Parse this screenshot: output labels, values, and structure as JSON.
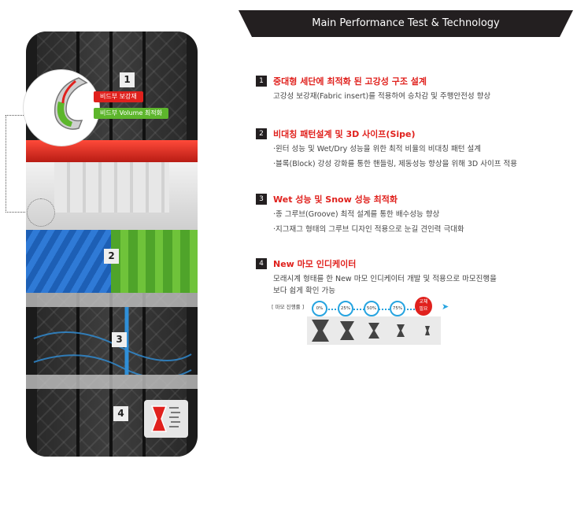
{
  "header": {
    "title": "Main Performance Test & Technology"
  },
  "tire": {
    "markers": [
      "1",
      "2",
      "3",
      "4"
    ],
    "label_red": "비드부 보강재",
    "label_green": "비드부 Volume 최적화"
  },
  "features": [
    {
      "number": "1",
      "title": "중대형 세단에 최적화 된 고강성 구조 설계",
      "lines": [
        "고강성 보강재(Fabric insert)를 적용하여 승차감 및 주행안전성 향상"
      ]
    },
    {
      "number": "2",
      "title": "비대칭 패턴설계 및 3D 사이프(Sipe)",
      "lines": [
        "·윈터 성능 및 Wet/Dry 성능을 위한 최적 비율의 비대칭 패턴 설계",
        "·블록(Block) 강성 강화를 통한 핸들링, 제동성능 향상을 위해 3D 사이프 적용"
      ]
    },
    {
      "number": "3",
      "title": "Wet 성능 및 Snow 성능 최적화",
      "lines": [
        "·종 그루브(Groove) 최적 설계를 통한 배수성능 향상",
        "·지그재그 형태의 그루브 디자인 적용으로 눈길 견인력 극대화"
      ]
    },
    {
      "number": "4",
      "title": "New 마모 인디케이터",
      "lines": [
        "모래시계 형태를 한 New 마모 인디케이터 개발 및 적용으로 마모진행을",
        "보다 쉽게 확인 가능"
      ]
    }
  ],
  "wear": {
    "legend": "[ 마모 진행률 ]",
    "stages": [
      "0%",
      "25%",
      "50%",
      "75%"
    ],
    "final_line1": "교체",
    "final_line2": "필요"
  },
  "colors": {
    "accent_red": "#e0211d",
    "header_bg": "#231f20",
    "stage_blue": "#27a4e0",
    "green": "#5db62c"
  }
}
